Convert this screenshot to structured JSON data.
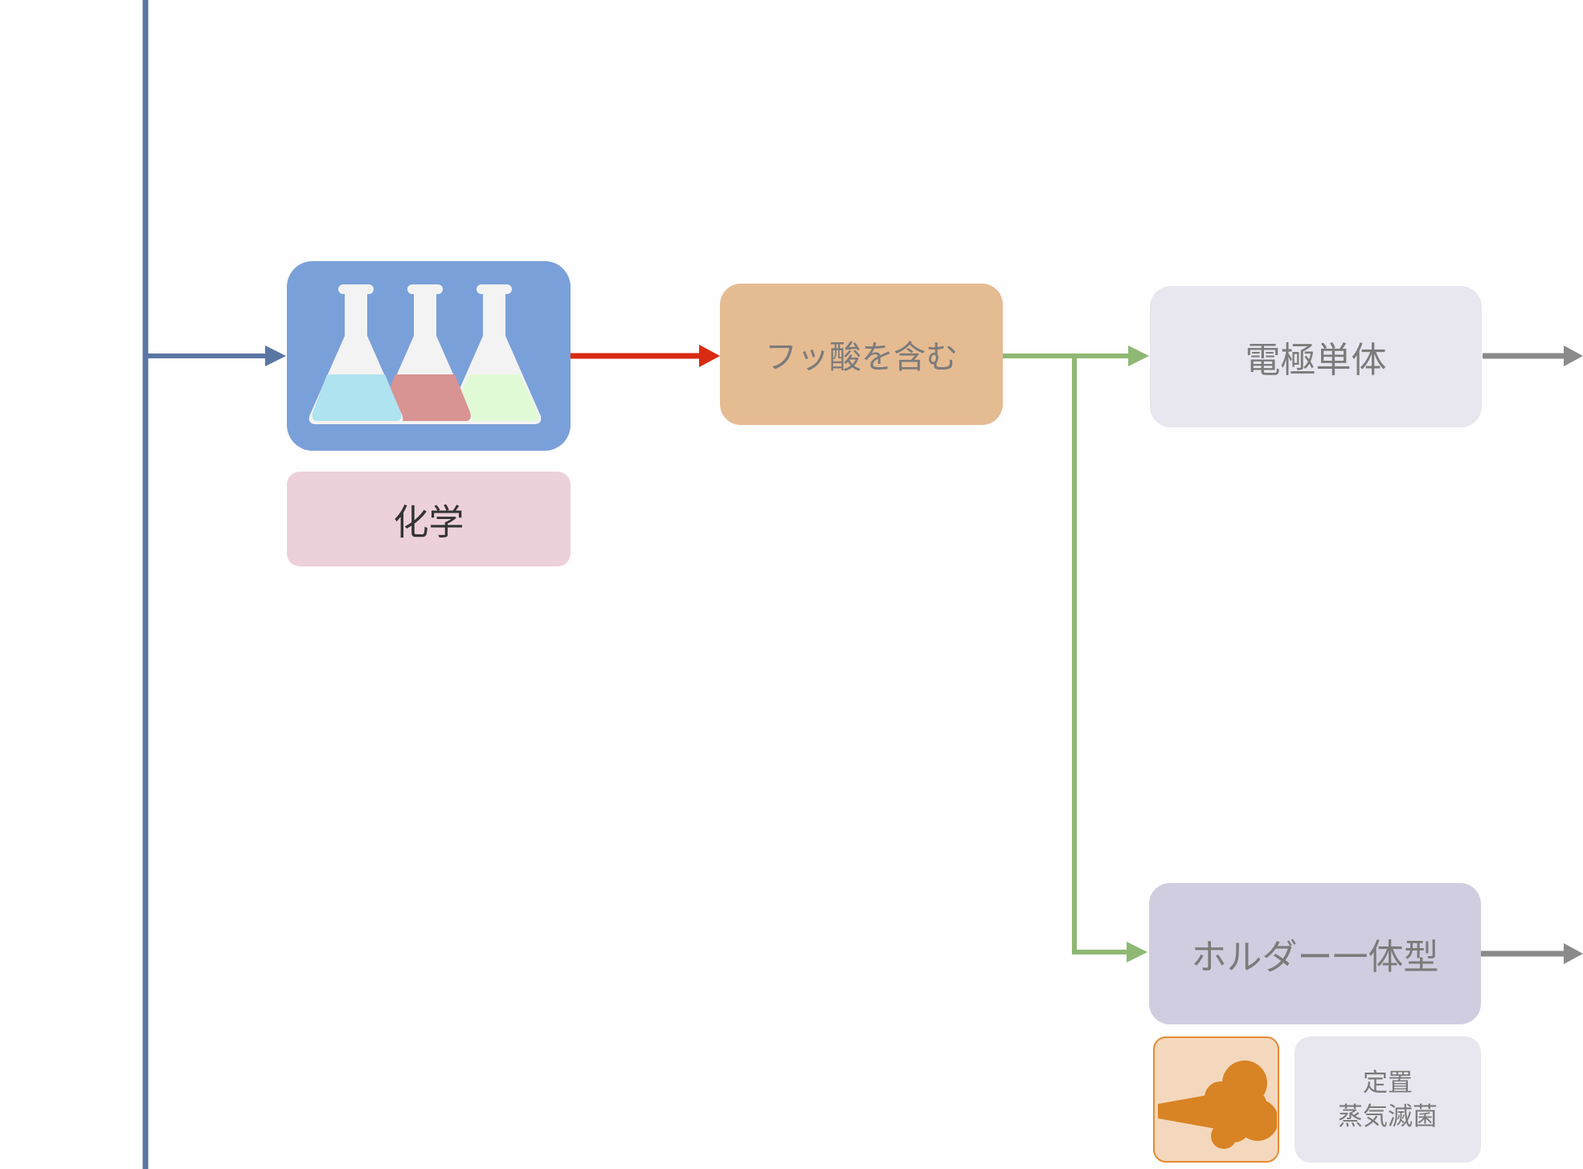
{
  "nodes": {
    "chem": {
      "label": "化学",
      "icon": "chemistry-flasks-icon"
    },
    "hf": {
      "label": "フッ酸を含む"
    },
    "electrode": {
      "label": "電極単体"
    },
    "holder": {
      "label": "ホルダー一体型"
    },
    "sterilize": {
      "line1": "定置",
      "line2": "蒸気滅菌",
      "icon": "steam-icon"
    }
  },
  "colors": {
    "trunk": "#5a76a3",
    "chem_icon_bg": "#7aa0d9",
    "chem_label_bg": "#edd1da",
    "hf_bg": "#e5bb92",
    "electrode_bg": "#e8e6ef",
    "holder_bg": "#d1cde0",
    "steam_bg": "#f4d8bd",
    "steam_border": "#e48a33",
    "steam_fill": "#d88324",
    "sterilize_bg": "#e8e6ef",
    "arrow_red": "#d92b12",
    "arrow_green": "#8fb874",
    "arrow_gray": "#8a8a8a"
  }
}
